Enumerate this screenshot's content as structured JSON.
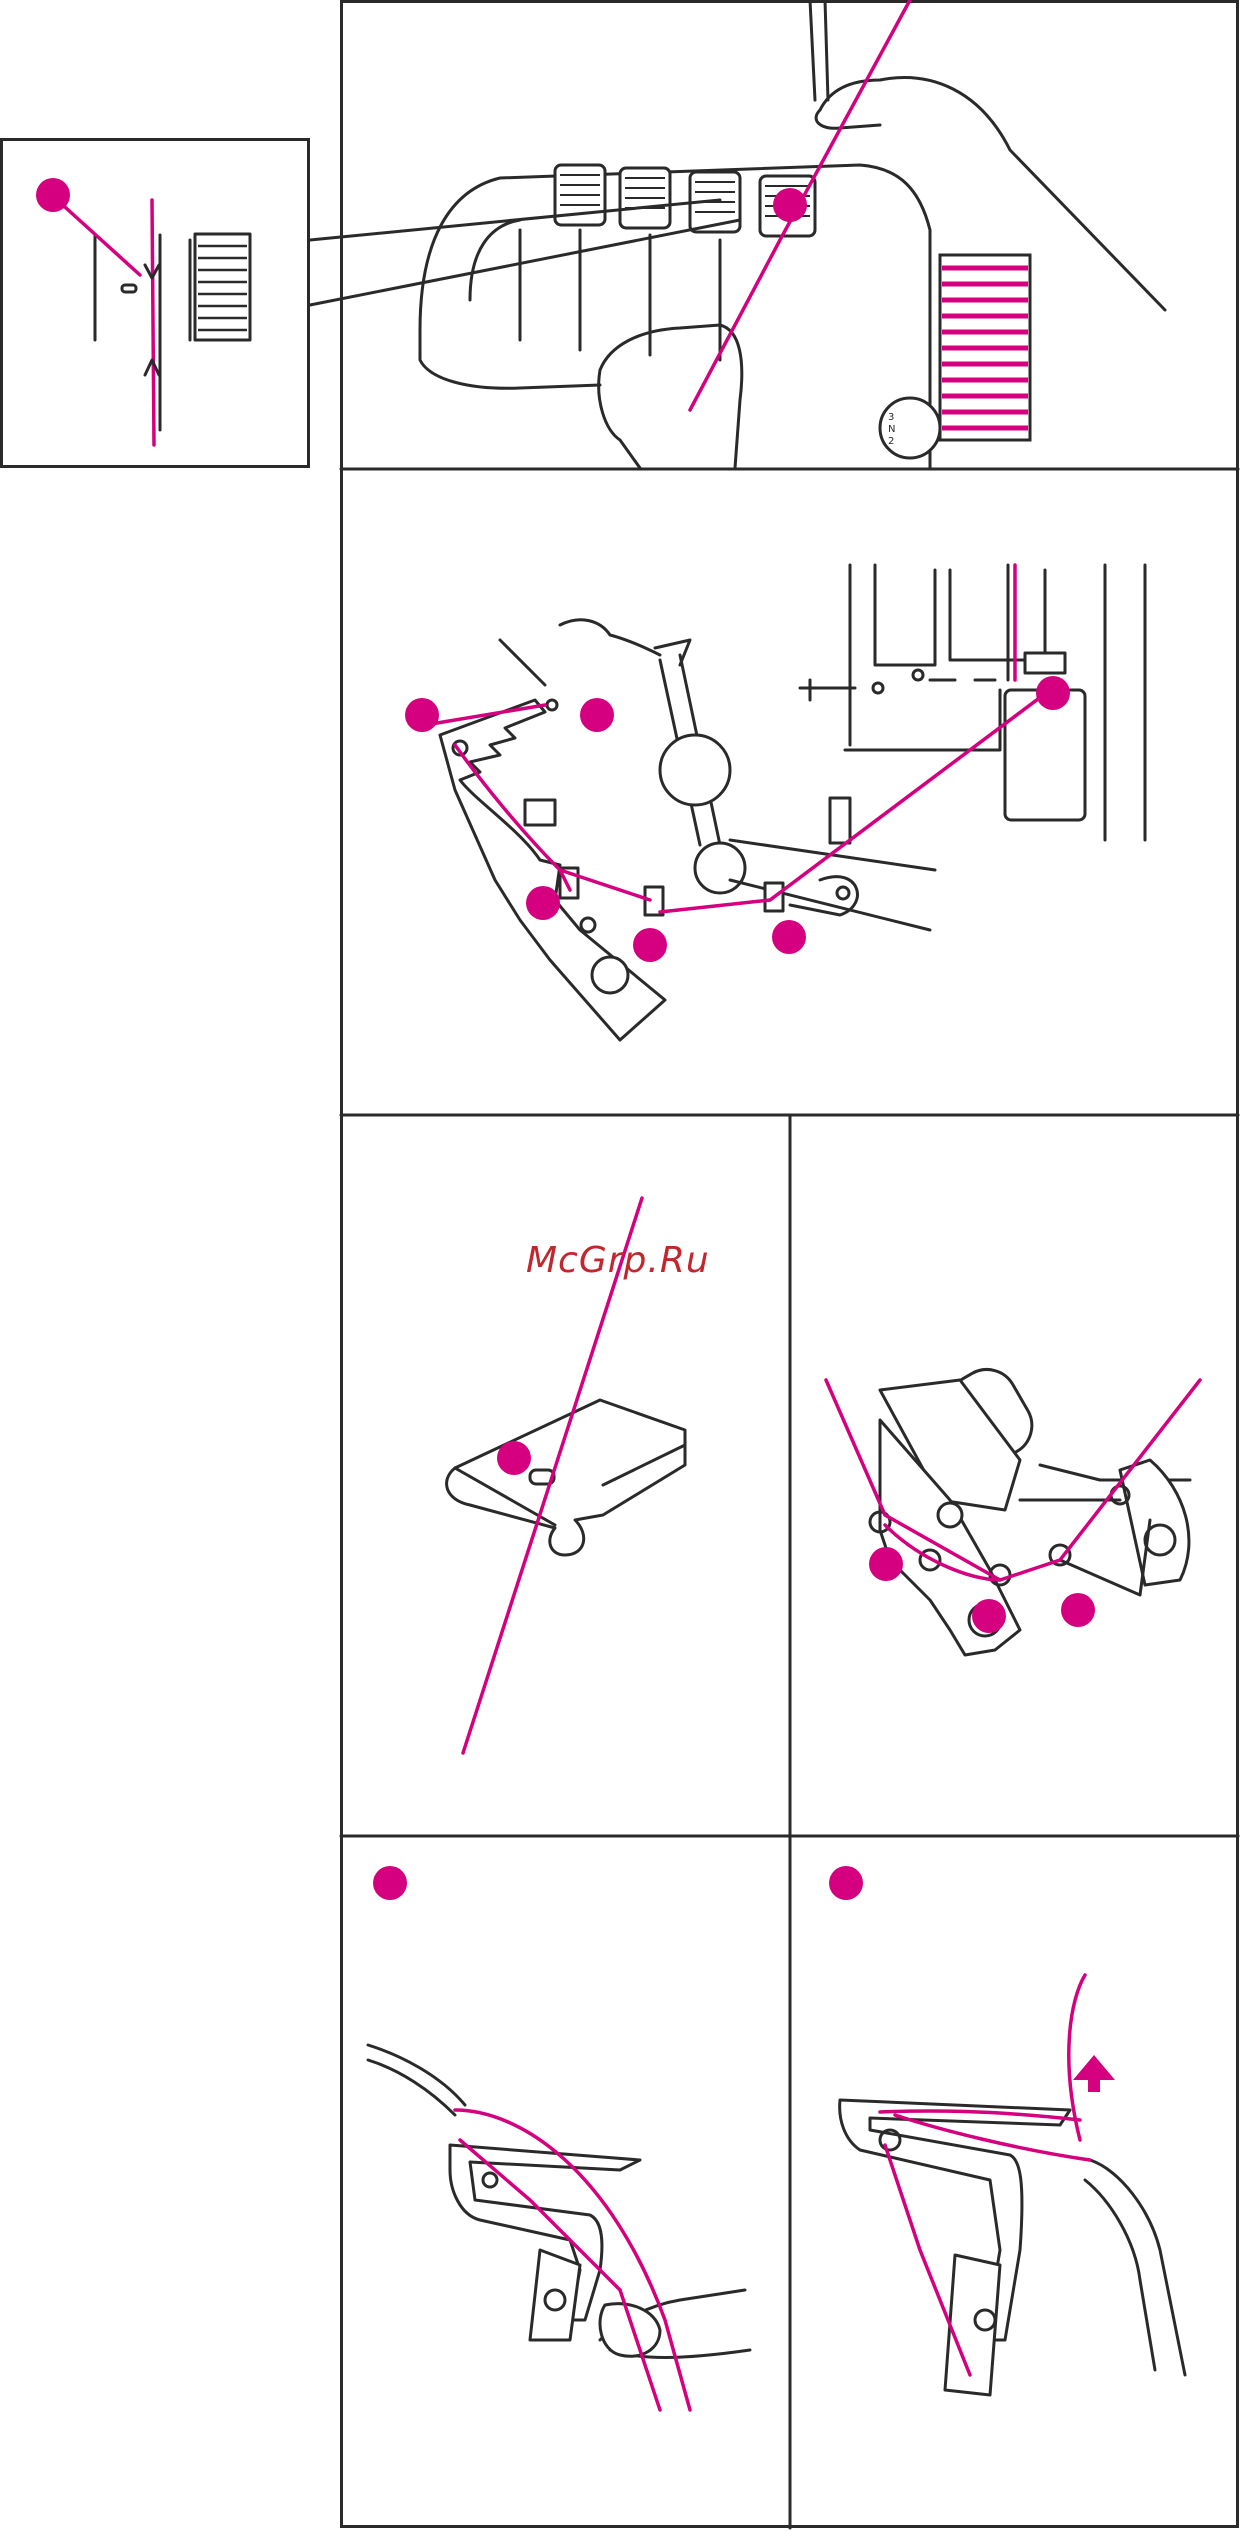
{
  "watermark": {
    "text": "McGrp.Ru",
    "color": "#c1272d"
  },
  "colors": {
    "accent": "#d4007f",
    "ink": "#2a2a2a"
  },
  "dial": {
    "markings": [
      "3",
      "N",
      "2"
    ]
  },
  "panels": [
    {
      "id": "thread-insertion",
      "markers": 1
    },
    {
      "id": "thread-guide-path",
      "markers": 6
    },
    {
      "id": "presser-foot",
      "markers": 1
    },
    {
      "id": "looper-threading",
      "markers": 3
    },
    {
      "id": "needle-threading-step-a",
      "markers": 1
    },
    {
      "id": "needle-threading-step-b",
      "markers": 1
    }
  ],
  "icons": [
    "hand-icon",
    "spool-icon",
    "tweezers-icon",
    "arrow-up-icon"
  ]
}
